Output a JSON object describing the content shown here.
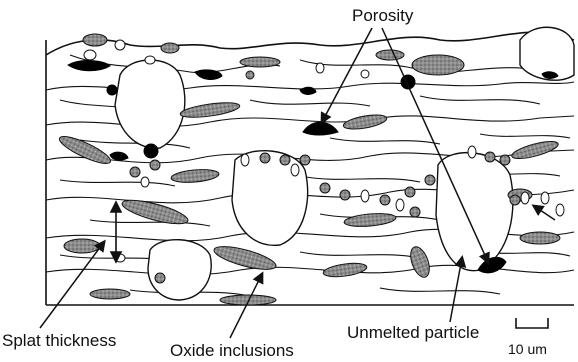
{
  "labels": {
    "porosity": "Porosity",
    "splat_thickness": "Splat thickness",
    "oxide_inclusions": "Oxide inclusions",
    "unmelted_particle": "Unmelted particle",
    "scale_bar": "10 um"
  },
  "colors": {
    "line": "#111111",
    "oxide_fill": "#8c8c8c",
    "pore_fill": "#000000",
    "background": "#ffffff"
  }
}
